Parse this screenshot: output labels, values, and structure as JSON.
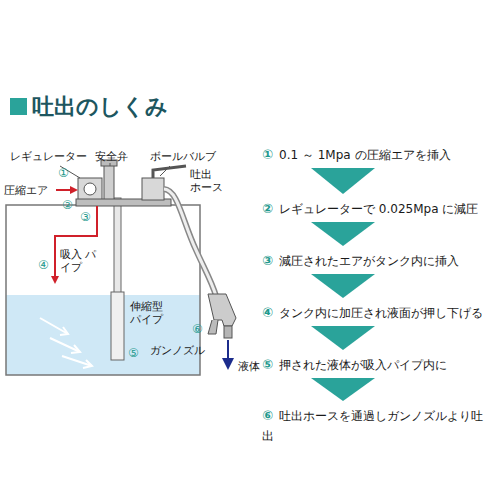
{
  "diagram": {
    "title": "吐出のしくみ",
    "nodes": [
      {
        "text": [
          "①",
          "0.1 ～ 1Mpa の圧縮エアを挿入"
        ]
      },
      {
        "text": [
          "②",
          "レギュレーターで 0.025Mpa に減圧"
        ]
      },
      {
        "text": [
          "③",
          "減圧されたエアがタンク内に挿入"
        ]
      },
      {
        "text": [
          "④",
          "タンク内に加圧され液面が押し下げる"
        ]
      },
      {
        "text": [
          "⑤",
          "押された液体が吸入パイプ内に"
        ]
      },
      {
        "text": [
          "⑥",
          "吐出ホースを通過しガンノズルより吐出"
        ]
      }
    ],
    "edges": [
      {
        "from": 0,
        "to": 1,
        "arrow": "to"
      },
      {
        "from": 1,
        "to": 2,
        "arrow": "to"
      },
      {
        "from": 2,
        "to": 3,
        "arrow": "to"
      },
      {
        "from": 3,
        "to": 4,
        "arrow": "to"
      },
      {
        "from": 4,
        "to": 5,
        "arrow": "to"
      }
    ],
    "labels": [
      "レギュレーター",
      "安全弁",
      "ボールバルブ",
      "圧縮エア",
      "①",
      "②",
      "③",
      "吐出 ホース",
      "④",
      "吸入 パイプ",
      "伸縮型 パイプ",
      "⑤",
      "⑥",
      "ガンノズル",
      "液体"
    ]
  }
}
